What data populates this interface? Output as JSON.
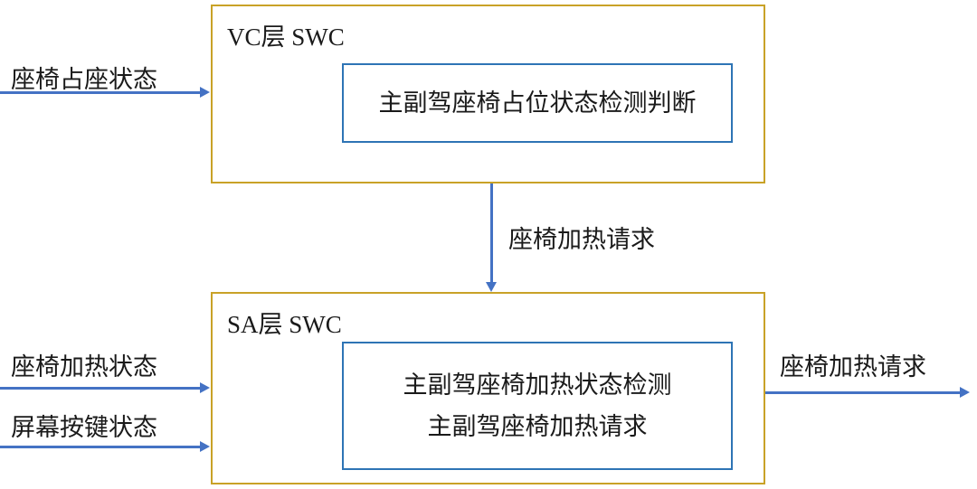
{
  "diagram": {
    "colors": {
      "block_border": "#C9A227",
      "inner_border": "#2E74B5",
      "arrow_color": "#4472C4"
    },
    "vc_block": {
      "title": "VC层 SWC",
      "inner_label": "主副驾座椅占位状态检测判断"
    },
    "sa_block": {
      "title": "SA层 SWC",
      "inner_line1": "主副驾座椅加热状态检测",
      "inner_line2": "主副驾座椅加热请求"
    },
    "inputs": {
      "seat_occupancy": "座椅占座状态",
      "seat_heating_status": "座椅加热状态",
      "screen_button_status": "屏幕按键状态"
    },
    "flows": {
      "heating_request_mid": "座椅加热请求",
      "heating_request_out": "座椅加热请求"
    }
  }
}
